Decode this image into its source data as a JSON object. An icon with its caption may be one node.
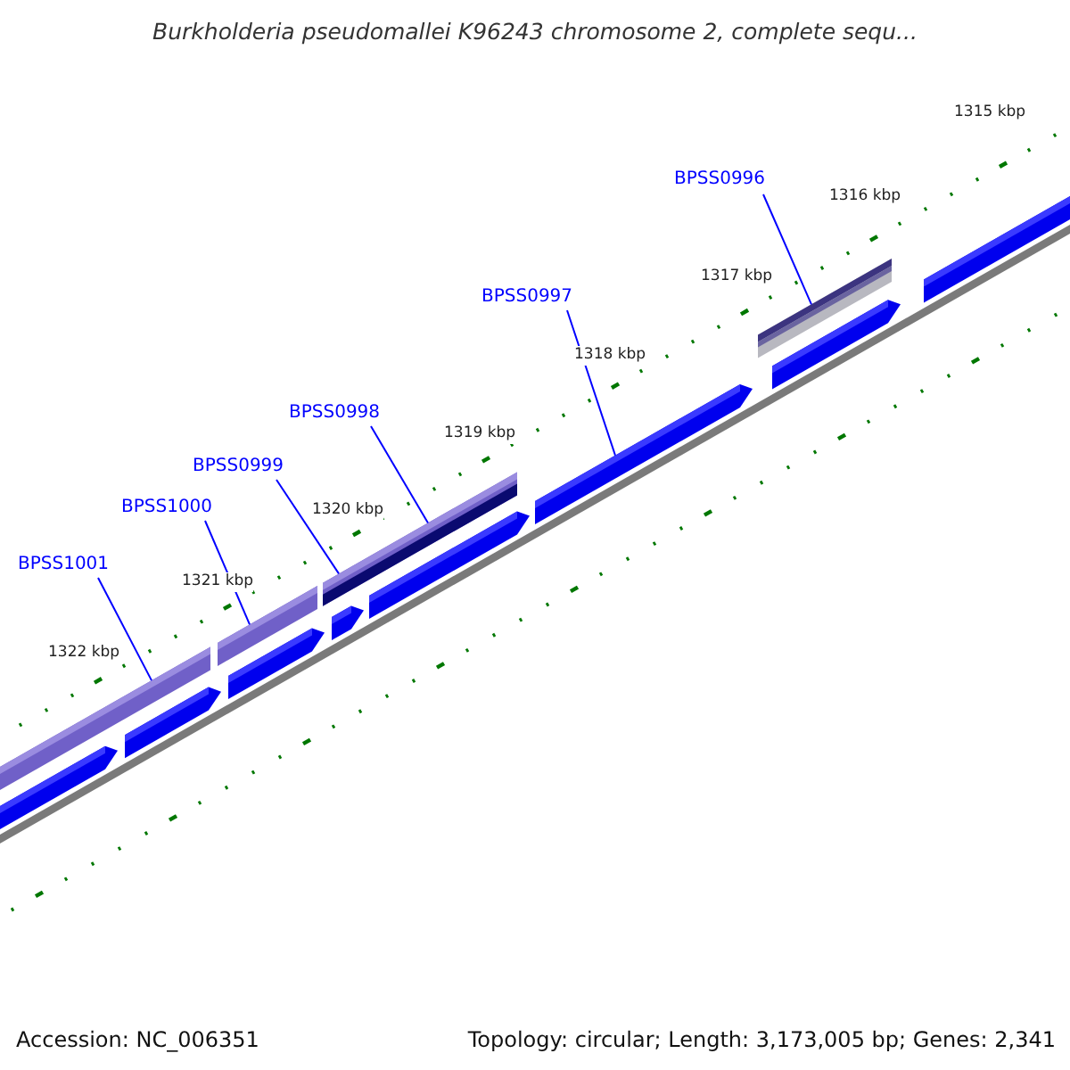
{
  "diagram": {
    "title": "Burkholderia pseudomallei K96243 chromosome 2, complete sequ...",
    "nodes": [
      {
        "text": [
          "BPSS0996"
        ]
      },
      {
        "text": [
          "BPSS0997"
        ]
      },
      {
        "text": [
          "BPSS0998"
        ]
      },
      {
        "text": [
          "BPSS0999"
        ]
      },
      {
        "text": [
          "BPSS1000"
        ]
      },
      {
        "text": [
          "BPSS1001"
        ]
      },
      {
        "text": [],
        "shape": "bar"
      },
      {
        "text": [],
        "shape": "bar"
      },
      {
        "text": [],
        "shape": "bar"
      },
      {
        "text": [],
        "shape": "bar"
      },
      {
        "text": [],
        "shape": "bar"
      },
      {
        "text": [],
        "shape": "bar"
      },
      {
        "text": [],
        "shape": "bar"
      },
      {
        "text": [],
        "shape": "bar"
      },
      {
        "text": [],
        "shape": "bar"
      },
      {
        "text": [],
        "shape": "bar"
      },
      {
        "text": [],
        "shape": "bar"
      },
      {
        "text": [],
        "shape": "bar"
      }
    ],
    "edges": [
      {
        "from": 0,
        "to": 15,
        "arrow": "none"
      },
      {
        "from": 1,
        "to": 14,
        "arrow": "none"
      },
      {
        "from": 2,
        "to": 11,
        "arrow": "none"
      },
      {
        "from": 3,
        "to": 11,
        "arrow": "none"
      },
      {
        "from": 4,
        "to": 9,
        "arrow": "none"
      },
      {
        "from": 5,
        "to": 6,
        "arrow": "none"
      }
    ],
    "labels": [
      "1315 kbp",
      "1316 kbp",
      "1317 kbp",
      "1318 kbp",
      "1319 kbp",
      "1320 kbp",
      "1321 kbp",
      "1322 kbp",
      "Accession: NC_006351",
      "Topology: circular; Length: 3,173,005 bp; Genes: 2,341"
    ]
  }
}
